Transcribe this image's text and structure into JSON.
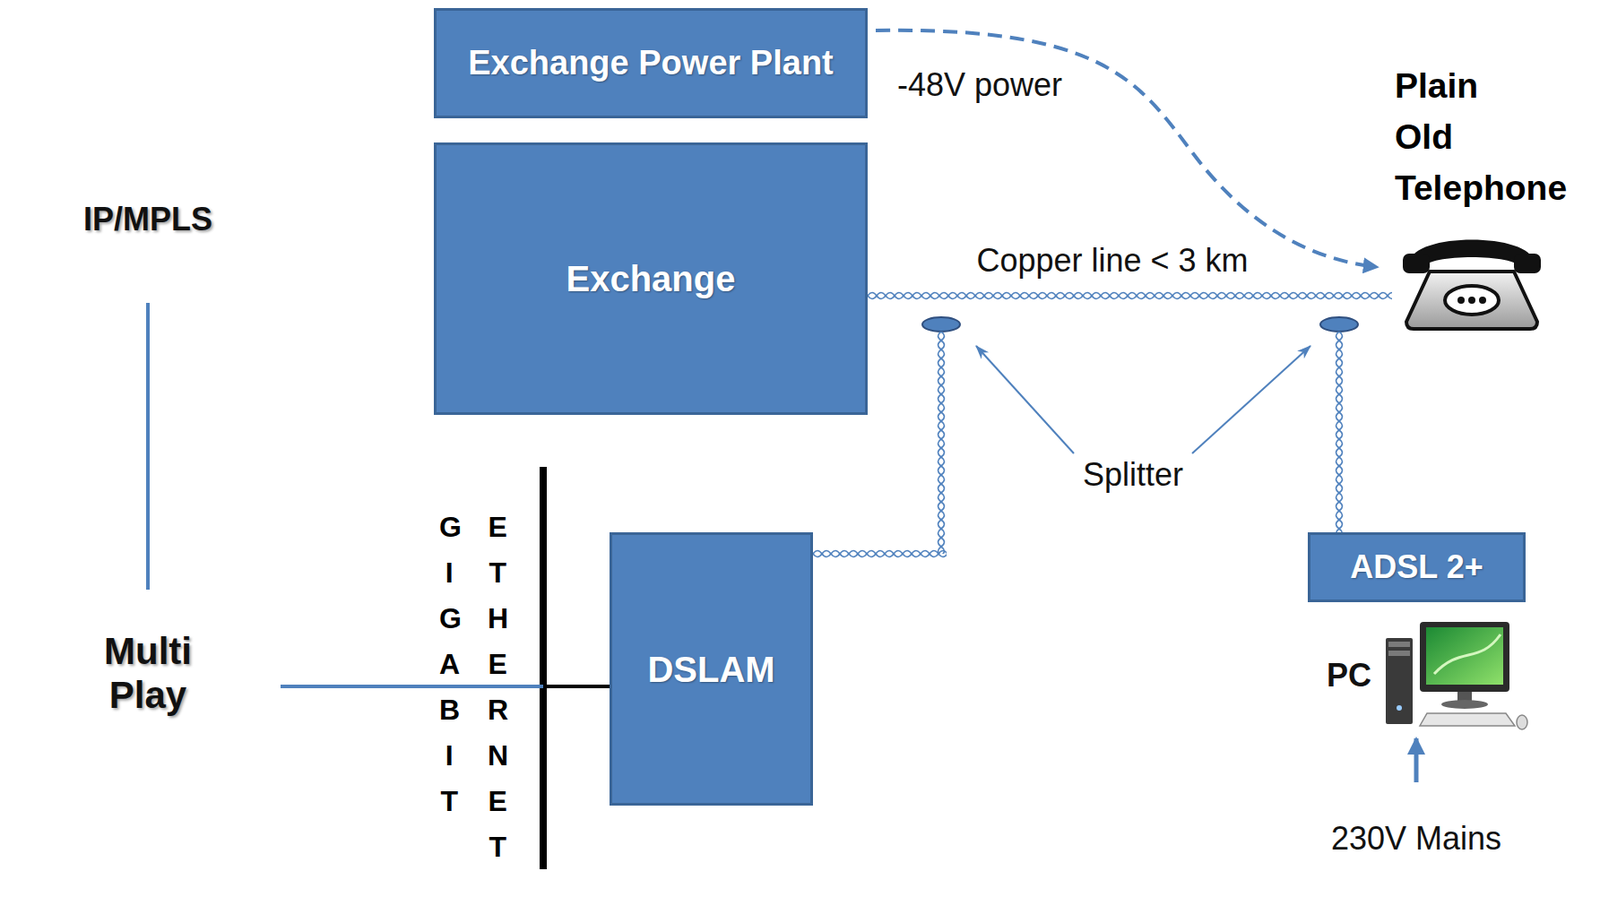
{
  "diagram": {
    "nodes": [
      {
        "text": [
          "Exchange Power Plant"
        ]
      },
      {
        "text": [
          "Exchange"
        ]
      },
      {
        "text": [
          "Plain Old Telephone"
        ]
      },
      {
        "text": [
          "IP/MPLS"
        ]
      },
      {
        "text": [
          "Multi Play"
        ]
      },
      {
        "text": [
          "GIGABIT",
          "ETHERNET"
        ]
      },
      {
        "text": [
          "DSLAM"
        ],
        "in": 5
      },
      {
        "text": [
          "PC"
        ]
      },
      {
        "text": [
          "ADSL 2+"
        ],
        "in": 7
      }
    ],
    "edges": [
      {
        "from": 3,
        "to": 4,
        "arrow": "none"
      },
      {
        "from": 4,
        "to": 6,
        "arrow": "none"
      },
      {
        "from": 1,
        "to": 2,
        "label": "Copper line < 3 km",
        "arrow": "none"
      },
      {
        "from": 0,
        "to": 2,
        "label": "-48V power",
        "arrow": "to"
      }
    ],
    "labels": [
      "Splitter",
      "230V Mains"
    ]
  }
}
